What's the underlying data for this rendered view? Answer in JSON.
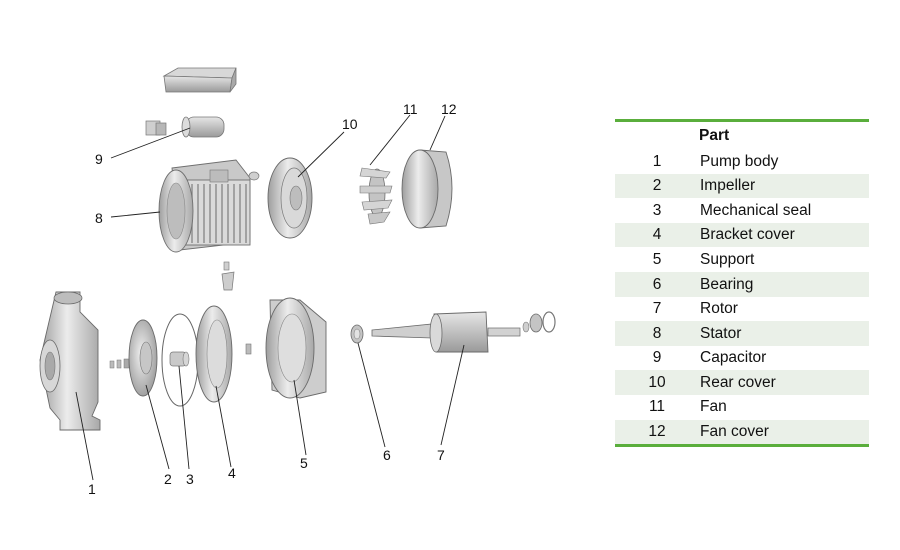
{
  "table": {
    "header": [
      "",
      "Part"
    ],
    "rows": [
      {
        "no": "1",
        "part": "Pump body"
      },
      {
        "no": "2",
        "part": "Impeller"
      },
      {
        "no": "3",
        "part": "Mechanical seal"
      },
      {
        "no": "4",
        "part": "Bracket cover"
      },
      {
        "no": "5",
        "part": "Support"
      },
      {
        "no": "6",
        "part": "Bearing"
      },
      {
        "no": "7",
        "part": "Rotor"
      },
      {
        "no": "8",
        "part": "Stator"
      },
      {
        "no": "9",
        "part": "Capacitor"
      },
      {
        "no": "10",
        "part": "Rear cover"
      },
      {
        "no": "11",
        "part": "Fan"
      },
      {
        "no": "12",
        "part": "Fan cover"
      }
    ]
  },
  "callouts": [
    "1",
    "2",
    "3",
    "4",
    "5",
    "6",
    "7",
    "8",
    "9",
    "10",
    "11",
    "12"
  ],
  "colors": {
    "accent": "#5aae3c",
    "row_shade": "#eaf0e8",
    "part_gray": "#cfcfcf"
  }
}
